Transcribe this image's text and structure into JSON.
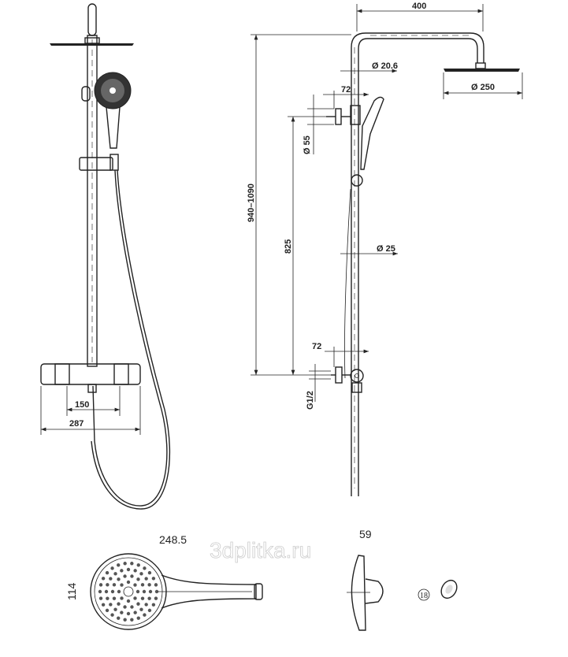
{
  "front_view": {
    "dim_inner_width": "150",
    "dim_outer_width": "287"
  },
  "side_view": {
    "dim_arm_length": "400",
    "dim_arm_pipe_diameter": "Ø 20.6",
    "dim_head_diameter": "Ø 250",
    "dim_top_bracket_offset": "72",
    "dim_bracket_diameter": "Ø 55",
    "dim_total_height": "940–1090",
    "dim_bracket_spacing": "825",
    "dim_rod_diameter": "Ø 25",
    "dim_bottom_offset": "72",
    "dim_inlet_thread": "G1/2"
  },
  "hand_shower": {
    "dim_length": "248.5",
    "dim_width": "114",
    "dim_depth": "59",
    "part_number": "18"
  },
  "watermark": "3dplitka.ru"
}
